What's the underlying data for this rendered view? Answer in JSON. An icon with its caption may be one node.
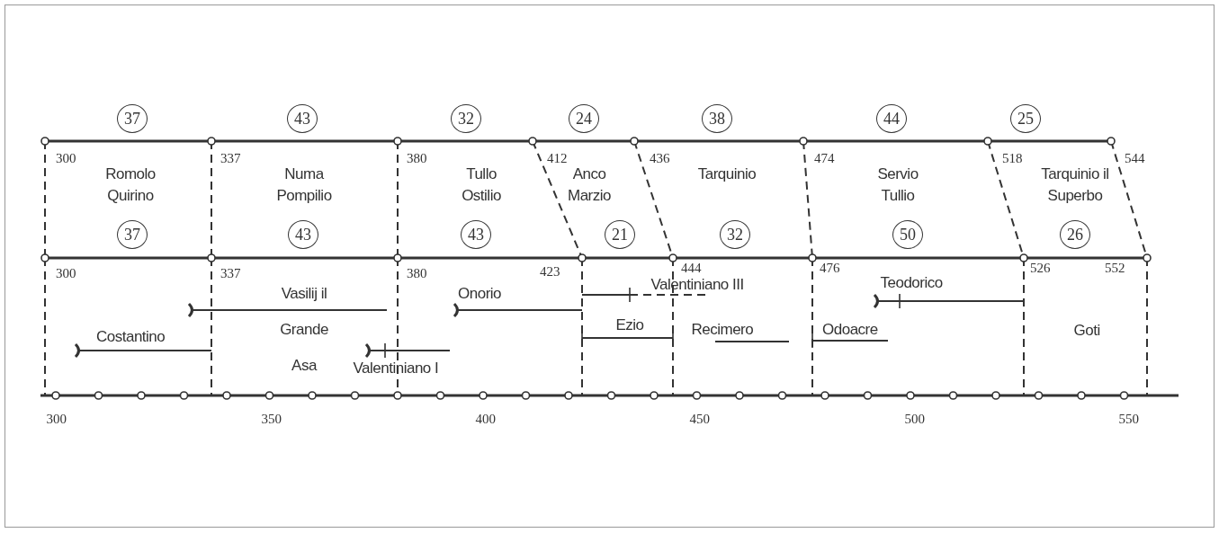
{
  "diagram": {
    "nodes": [
      {
        "text": [
          "37"
        ]
      },
      {
        "text": [
          "43"
        ]
      },
      {
        "text": [
          "32"
        ]
      },
      {
        "text": [
          "24"
        ]
      },
      {
        "text": [
          "38"
        ]
      },
      {
        "text": [
          "44"
        ]
      },
      {
        "text": [
          "25"
        ]
      },
      {
        "text": [
          "37"
        ]
      },
      {
        "text": [
          "43"
        ]
      },
      {
        "text": [
          "43"
        ]
      },
      {
        "text": [
          "21"
        ]
      },
      {
        "text": [
          "32"
        ]
      },
      {
        "text": [
          "50"
        ]
      },
      {
        "text": [
          "26"
        ]
      }
    ],
    "labels": [
      "300",
      "Romolo Quirino",
      "337",
      "Numa Pompilio",
      "380",
      "Tullo Ostilio",
      "412",
      "Anco Marzio",
      "436",
      "Tarquinio",
      "474",
      "Servio Tullio",
      "518",
      "Tarquinio il Superbo",
      "544",
      "300",
      "337",
      "380",
      "423",
      "444",
      "476",
      "526",
      "552",
      "Vasilij il Grande Asa",
      "Onorio",
      "Valentiniano III",
      "Teodorico",
      "Costantino",
      "Ezio",
      "Recimero",
      "Odoacre",
      "Goti",
      "Valentiniano I",
      "300",
      "350",
      "400",
      "450",
      "500",
      "550"
    ]
  }
}
